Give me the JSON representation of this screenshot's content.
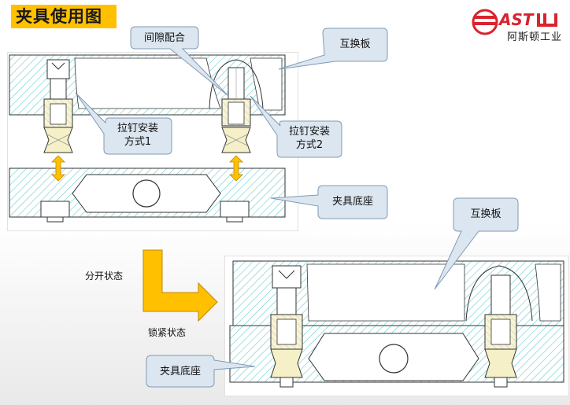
{
  "title": "夹具使用图",
  "logo": {
    "brand": "AST",
    "company": "阿斯顿工业"
  },
  "callouts": {
    "gap_fit": "间隙配合",
    "exchange_plate_top": "互换板",
    "pull_stud_1_line1": "拉钉安装",
    "pull_stud_1_line2": "方式1",
    "pull_stud_2_line1": "拉钉安装",
    "pull_stud_2_line2": "方式2",
    "base_top": "夹具底座",
    "exchange_plate_bottom": "互换板",
    "base_bottom": "夹具底座"
  },
  "states": {
    "open": "分开状态",
    "locked": "锁紧状态"
  },
  "colors": {
    "title_bg": "#ffc000",
    "callout_fill": "#dce6f0",
    "callout_stroke": "#7f9bb5",
    "hatch": "#5fc7c7",
    "arrow": "#ffc000",
    "part_fill": "#f5f0c8",
    "logo_red": "#d9232d"
  }
}
